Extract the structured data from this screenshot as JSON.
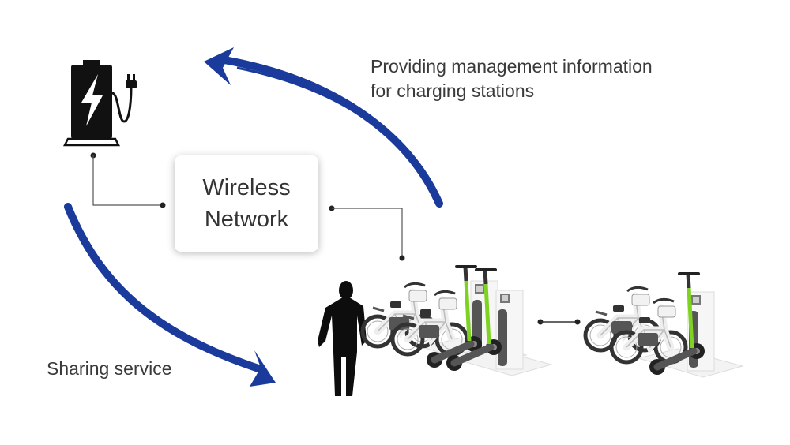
{
  "captions": {
    "management_line1": "Providing management information",
    "management_line2": "for charging stations",
    "sharing": "Sharing service"
  },
  "network": {
    "line1": "Wireless",
    "line2": "Network"
  },
  "icons": [
    "charging-station-icon",
    "person-silhouette-icon",
    "bicycle-icon",
    "electric-scooter-icon",
    "charging-dock-icon"
  ],
  "colors": {
    "arrow": "#1a3a9c",
    "icon": "#111111",
    "connector": "#555555",
    "scooter_accent": "#7ed321",
    "dock": "#eeeeee"
  }
}
